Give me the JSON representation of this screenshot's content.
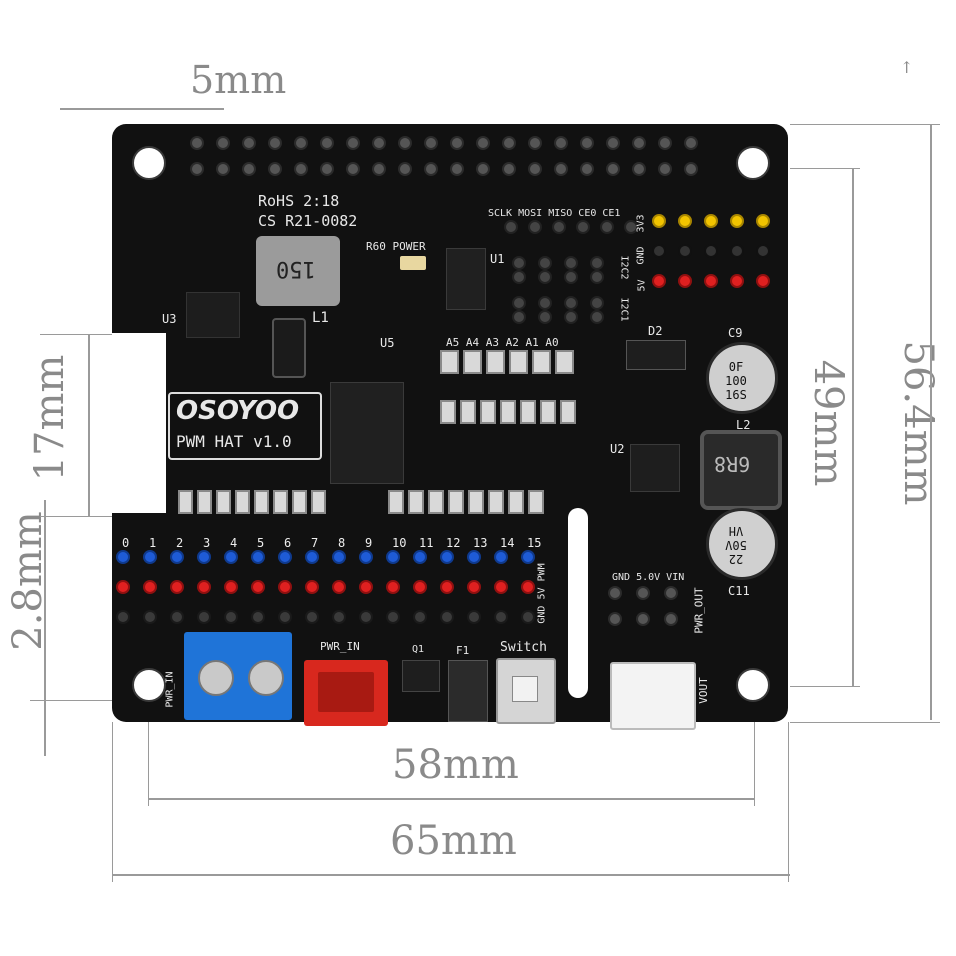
{
  "dimensions": {
    "top_gap": "5mm",
    "left_notch": "17mm",
    "left_bottom": "2.8mm",
    "right_inner": "49mm",
    "right_outer": "56.4mm",
    "bottom_inner": "58mm",
    "bottom_outer": "65mm",
    "arrow": "↑"
  },
  "board": {
    "brand": "OSOYOO",
    "model": "PWM HAT v1.0",
    "rohs": "RoHS 2:18",
    "cs": "CS R21-0082",
    "inductor_l1": "150",
    "inductor_l1_label": "L1",
    "inductor_l2": "6R8",
    "inductor_l2_label": "L2",
    "cap_c9": "0F 100 16S",
    "cap_c9_label": "C9",
    "cap_c11": "22 50V VH",
    "cap_c11_label": "C11",
    "power_led": "R60 POWER",
    "spi_header": "SCLK MOSI MISO CE0 CE1",
    "addr_labels": "A5 A4 A3 A2 A1 A0",
    "pin_numbers": [
      "0",
      "1",
      "2",
      "3",
      "4",
      "5",
      "6",
      "7",
      "8",
      "9",
      "10",
      "11",
      "12",
      "13",
      "14",
      "15"
    ],
    "row_labels": "GND 5V PWM",
    "pwr_in_terminal": "PWR_IN",
    "pwr_in_jst": "PWR_IN",
    "switch": "Switch",
    "vout": "VOUT",
    "pwr_out": "PWR_OUT",
    "pwr_out_pins": "GND 5.0V VIN",
    "f1": "F1",
    "q1": "Q1",
    "side_3v3": "3V3",
    "side_gnd": "GND",
    "side_5v": "5V",
    "i2c1": "I2C1",
    "i2c2": "I2C2",
    "d2": "D2",
    "u1": "U1",
    "u2": "U2",
    "u3": "U3",
    "u5": "U5"
  },
  "colors": {
    "pcb": "#111111",
    "pin_blue": "#1e5bd6",
    "pin_red": "#e02020",
    "pin_yellow": "#f2c400",
    "terminal_blue": "#1f74d8",
    "jst_red": "#d8281e"
  }
}
